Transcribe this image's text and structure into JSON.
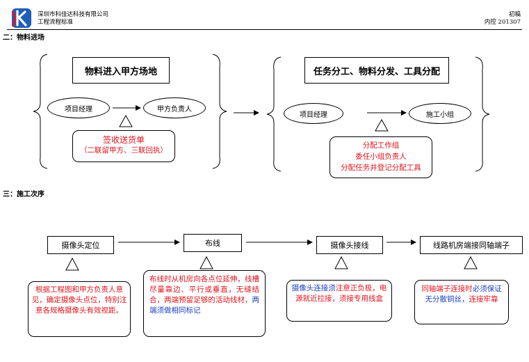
{
  "header": {
    "company": "深圳市科佳达科技有限公司",
    "doc_type": "工程流程标准",
    "draft": "初稿",
    "control_no": "内控 201307"
  },
  "section2": {
    "heading": "二：物料进场",
    "left": {
      "title": "物料进入甲方场地",
      "from": "项目经理",
      "to": "甲方负责人",
      "note_line1": "签收送货单",
      "note_line2": "（二联留甲方、三联回执）"
    },
    "right": {
      "title": "任务分工、物料分发、工具分配",
      "from": "项目经理",
      "to": "施工小组",
      "note_line1": "分配工作组",
      "note_line2": "委任小组负责人",
      "note_line3": "分配任务并登记分配工具"
    }
  },
  "section3": {
    "heading": "三：施工次序",
    "steps": [
      {
        "label": "摄像头定位"
      },
      {
        "label": "布线"
      },
      {
        "label": "摄像头接线"
      },
      {
        "label": "线路机房端接同轴端子"
      }
    ],
    "notes": [
      {
        "text": "根据工程图和甲方负责人意见，确定摄像头点位，特别注意各规格摄像头有效视距。"
      },
      {
        "part1": "布线时从机房向各点位延伸，线槽尽量靠边、平行或垂直，无缝结合，两端预留足够的活动线材，",
        "part2": "两端须做相同标记"
      },
      {
        "part1": "摄像头连接须",
        "part2": "注意正负极，电源就近拉接，须接专用线盒"
      },
      {
        "part1": "同轴端子连接时",
        "part2": "必须保证无分散铜丝，",
        "part3": "连接牢靠"
      }
    ]
  }
}
